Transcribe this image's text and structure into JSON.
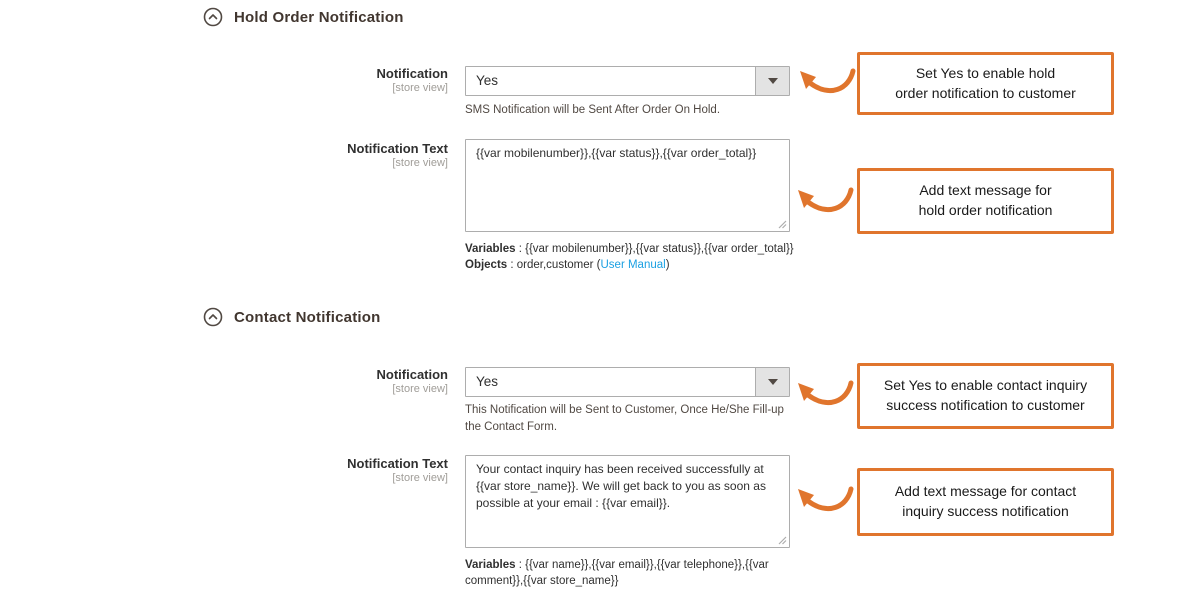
{
  "colors": {
    "accent_orange": "#e0752d",
    "link_blue": "#1ba0e2",
    "input_border": "#adadad",
    "label_text": "#303030",
    "scope_gray": "#a09d98"
  },
  "icons": {
    "section_collapse": "chevron-up-circle",
    "select_dropdown": "caret-down",
    "textarea_resize": "resize-grip",
    "callout_pointer": "curved-arrow-left"
  },
  "sections": [
    {
      "title": "Hold Order Notification",
      "fields": [
        {
          "label": "Notification",
          "scope": "[store view]",
          "value": "Yes",
          "note": "SMS Notification will be Sent After Order On Hold.",
          "callout": "Set Yes to enable hold\norder notification to customer"
        },
        {
          "label": "Notification Text",
          "scope": "[store view]",
          "value": "{{var mobilenumber}},{{var status}},{{var order_total}}",
          "variables_label": "Variables",
          "variables_text": " : {{var mobilenumber}},{{var status}},{{var order_total}}",
          "objects_label": "Objects",
          "objects_text": " : order,customer (",
          "manual_link": "User Manual",
          "objects_suffix": ")",
          "callout": "Add text message for\nhold order notification"
        }
      ]
    },
    {
      "title": "Contact Notification",
      "fields": [
        {
          "label": "Notification",
          "scope": "[store view]",
          "value": "Yes",
          "note": "This Notification will be Sent to Customer, Once He/She Fill-up\nthe Contact Form.",
          "callout": "Set Yes to enable contact inquiry\nsuccess notification to customer"
        },
        {
          "label": "Notification Text",
          "scope": "[store view]",
          "value": "Your contact inquiry has been received successfully at {{var store_name}}. We will get back to you as soon as possible at your email : {{var email}}.",
          "variables_label": "Variables",
          "variables_text": " : {{var name}},{{var email}},{{var telephone}},{{var comment}},{{var store_name}}",
          "callout": "Add text message for contact\ninquiry success notification"
        }
      ]
    }
  ]
}
